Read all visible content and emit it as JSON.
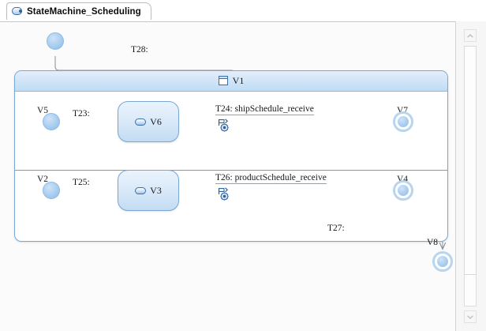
{
  "window": {
    "title": "StateMachine_Scheduling",
    "canvas_background": "#fbfbfb"
  },
  "tab": {
    "label": "StateMachine_Scheduling",
    "icon": "state-machine-icon"
  },
  "colors": {
    "state_border": "#7aa7d4",
    "state_fill_top": "#eaf3fc",
    "state_fill_bottom": "#c3dcf3",
    "header_gradient_top": "#e3eefb",
    "header_gradient_bottom": "#bedcf4",
    "region_separator": "#6f9fd0",
    "edge_line": "#8a8f94",
    "pseudostate_fill": "#a9cdee",
    "final_state_ring": "#b7d5ef"
  },
  "diagram": {
    "composite_state": {
      "name": "V1",
      "icon": "composite-state-icon",
      "regions": [
        {
          "id": "region-1",
          "initial": {
            "name": "V5",
            "kind": "initial"
          },
          "state": {
            "name": "V6",
            "icon": "simple-state-icon"
          },
          "final": {
            "name": "V7",
            "kind": "final"
          },
          "transitions": [
            {
              "name": "T23:",
              "effect": "",
              "from": "V5",
              "to": "V6"
            },
            {
              "name": "T24: shipSchedule_receive",
              "effect": "receive-signal-icon",
              "from": "V6",
              "to": "V7"
            }
          ]
        },
        {
          "id": "region-2",
          "initial": {
            "name": "V2",
            "kind": "initial"
          },
          "state": {
            "name": "V3",
            "icon": "simple-state-icon"
          },
          "final": {
            "name": "V4",
            "kind": "final"
          },
          "transitions": [
            {
              "name": "T25:",
              "effect": "",
              "from": "V2",
              "to": "V3"
            },
            {
              "name": "T26: productSchedule_receive",
              "effect": "receive-signal-icon",
              "from": "V3",
              "to": "V4"
            }
          ]
        }
      ]
    },
    "top_initial": {
      "name": "",
      "kind": "initial"
    },
    "outer_final": {
      "name": "V8",
      "kind": "final"
    },
    "outer_transitions": [
      {
        "name": "T28:",
        "from": "initial",
        "to": "V1"
      },
      {
        "name": "T27:",
        "from": "V1",
        "to": "V8"
      }
    ]
  },
  "scrollbar": {
    "up_label": "scroll-up",
    "down_label": "scroll-down",
    "orientation": "vertical"
  }
}
